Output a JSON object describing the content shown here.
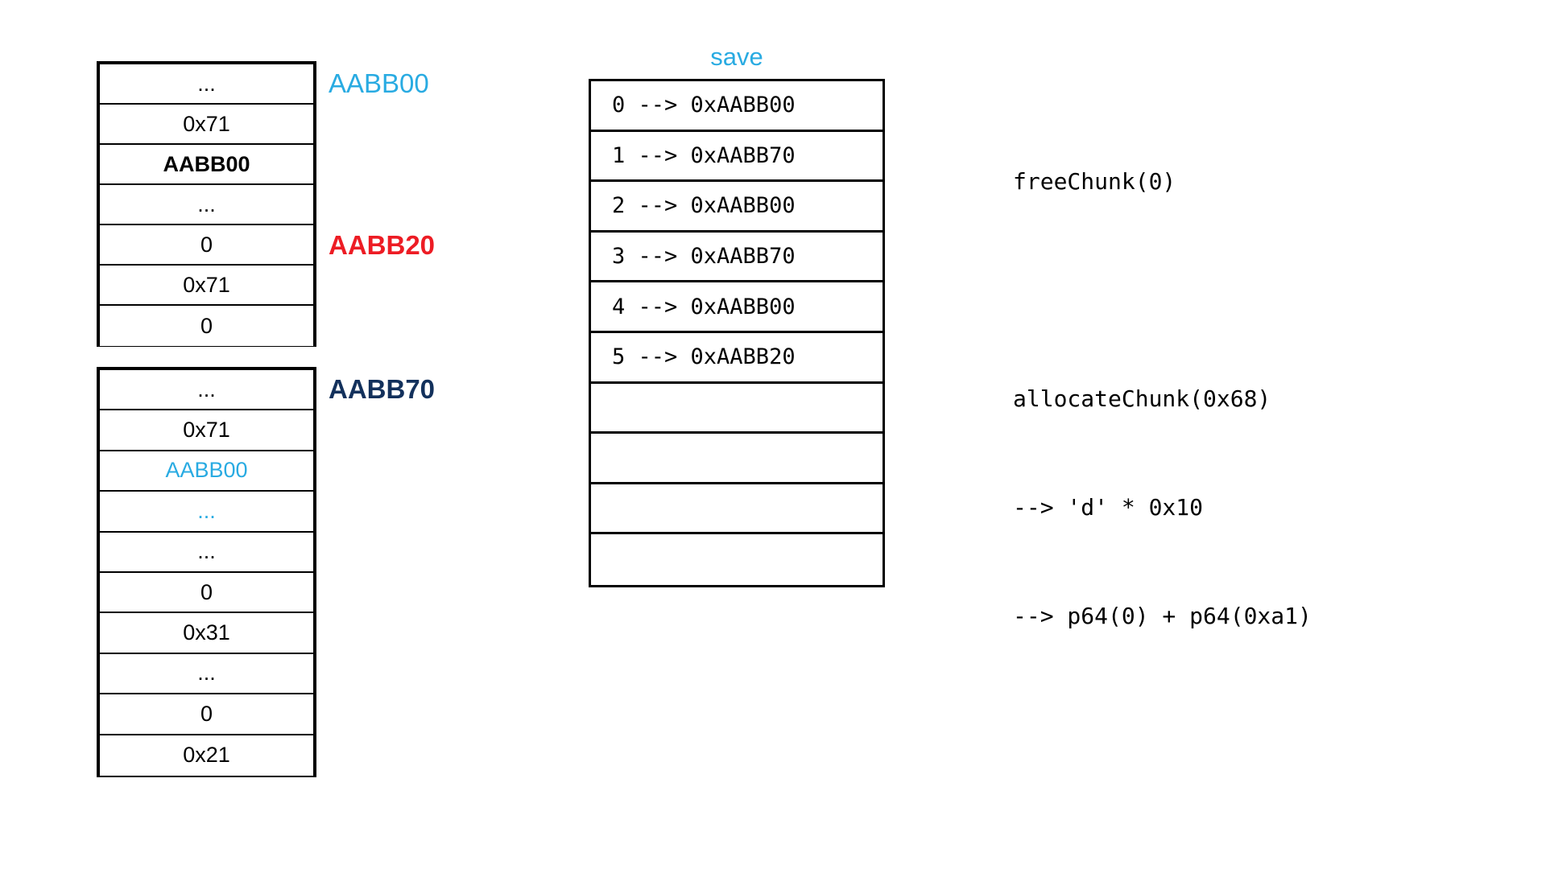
{
  "chunk_table_top": {
    "name": "heap-chunk-top",
    "rows": [
      {
        "text": "...",
        "style": "plain"
      },
      {
        "text": "0x71",
        "style": "plain"
      },
      {
        "text": "AABB00",
        "style": "bold"
      },
      {
        "text": "...",
        "style": "plain"
      },
      {
        "text": "0",
        "style": "plain"
      },
      {
        "text": "0x71",
        "style": "plain"
      },
      {
        "text": "0",
        "style": "plain"
      }
    ]
  },
  "chunk_table_bottom": {
    "name": "heap-chunk-bottom",
    "rows": [
      {
        "text": "...",
        "style": "plain"
      },
      {
        "text": "0x71",
        "style": "plain"
      },
      {
        "text": "AABB00",
        "style": "cyan"
      },
      {
        "text": "...",
        "style": "cyan"
      },
      {
        "text": "...",
        "style": "plain"
      },
      {
        "text": "0",
        "style": "plain"
      },
      {
        "text": "0x31",
        "style": "plain"
      },
      {
        "text": "...",
        "style": "plain"
      },
      {
        "text": "0",
        "style": "plain"
      },
      {
        "text": "0x21",
        "style": "plain"
      }
    ]
  },
  "pointer_labels": [
    {
      "text": "AABB00",
      "color": "#29ABE2"
    },
    {
      "text": "AABB20",
      "color": "#ED1C24"
    },
    {
      "text": "AABB70",
      "color": "#13315C"
    }
  ],
  "save": {
    "title": "save",
    "title_color": "#29ABE2",
    "rows": [
      "0 --> 0xAABB00",
      "1 --> 0xAABB70",
      "2 --> 0xAABB00",
      "3 --> 0xAABB70",
      "4 --> 0xAABB00",
      "5 --> 0xAABB20",
      "",
      "",
      "",
      ""
    ]
  },
  "code": {
    "lines": [
      "freeChunk(0)",
      "",
      "allocateChunk(0x68)",
      "--> 'd' * 0x10",
      "--> p64(0) + p64(0xa1)"
    ]
  },
  "colors": {
    "cyan": "#29ABE2",
    "red": "#ED1C24",
    "navy": "#13315C",
    "black": "#000000",
    "background": "#FFFFFF"
  }
}
